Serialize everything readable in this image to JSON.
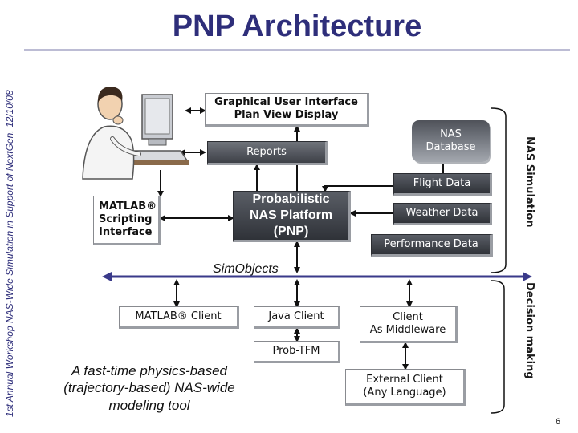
{
  "title": "PNP Architecture",
  "side_caption": "1st Annual Workshop NAS-Wide Simulation in Support of NextGen, 12/10/08",
  "boxes": {
    "gui": "Graphical User Interface\nPlan View Display",
    "reports": "Reports",
    "nas_database": "NAS\nDatabase",
    "flight_data": "Flight Data",
    "weather_data": "Weather Data",
    "performance_data": "Performance Data",
    "pnp": "Probabilistic\nNAS Platform\n(PNP)",
    "matlab_scripting": "MATLAB®\nScripting\nInterface",
    "matlab_client": "MATLAB® Client",
    "java_client": "Java Client",
    "client_middleware": "Client\nAs Middleware",
    "prob_tfm": "Prob-TFM",
    "external_client": "External Client\n(Any Language)"
  },
  "sim_objects": "SimObjects",
  "nas_simulation": "NAS Simulation",
  "decision_making": "Decision making",
  "caption": "A fast-time physics-based\n(trajectory-based) NAS-wide\nmodeling tool",
  "page_number": "6",
  "colors": {
    "title": "#2e2e7a",
    "box_dark": "#4a4d54",
    "simobjects_line": "#3a3a8a",
    "arrow": "#111111"
  },
  "icons": {
    "person": "person-at-computer-icon",
    "database": "database-icon"
  }
}
